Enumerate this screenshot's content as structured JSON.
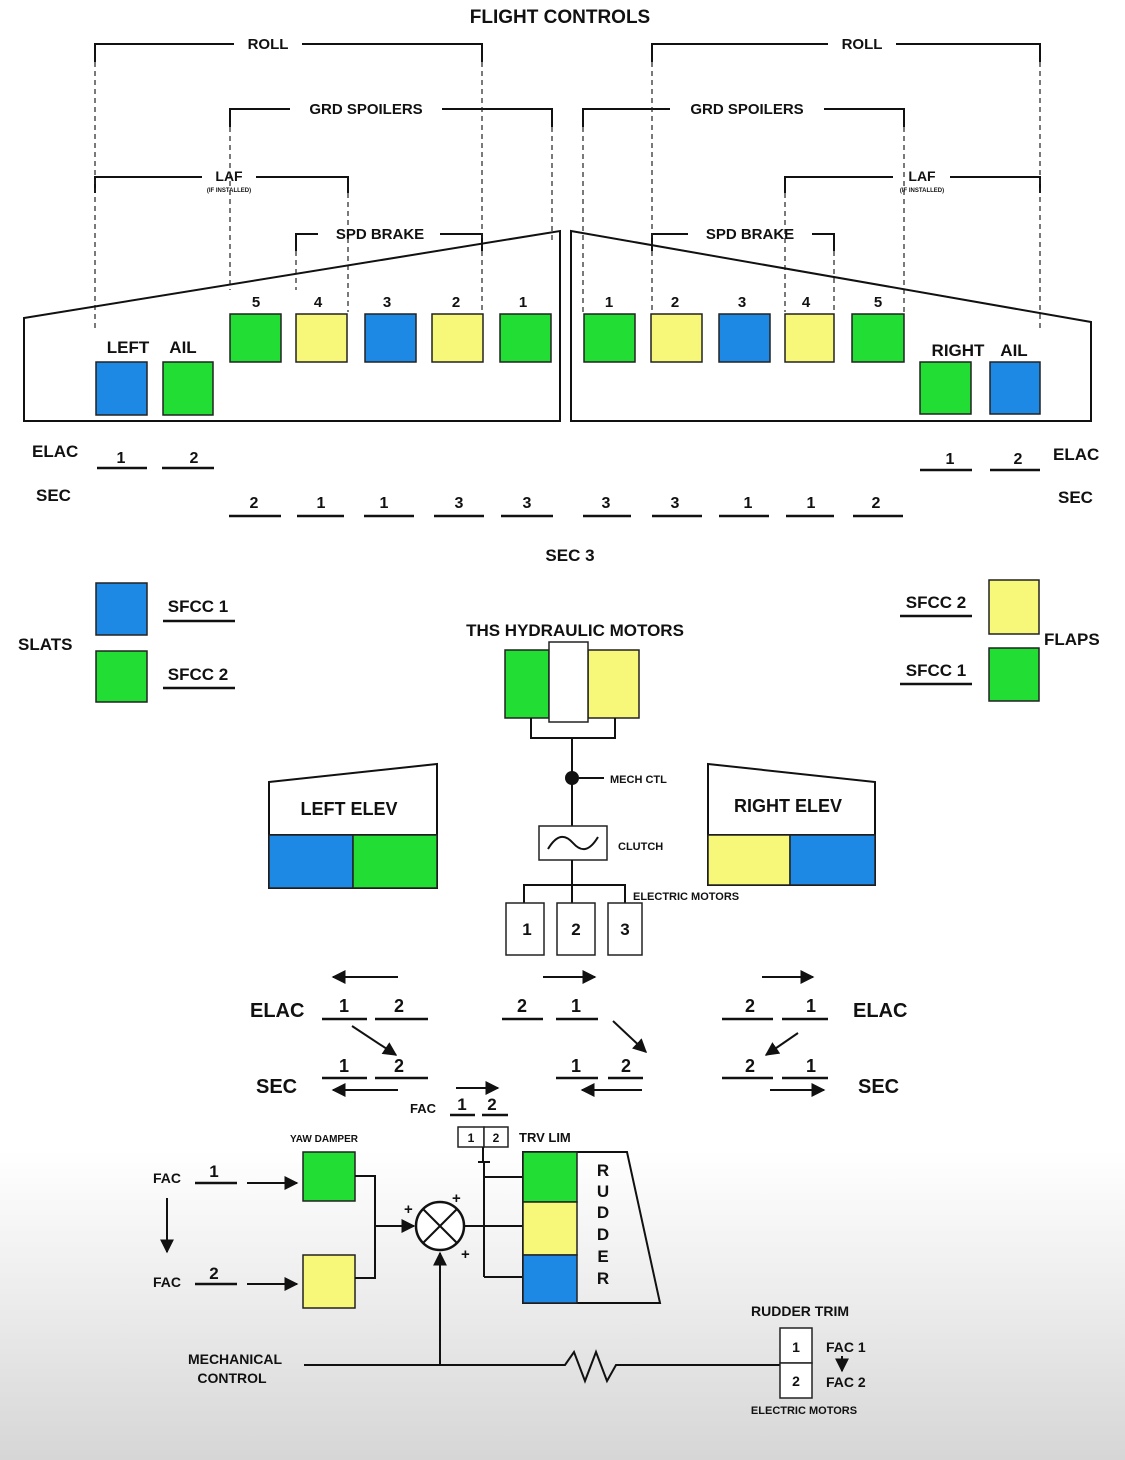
{
  "title": "FLIGHT CONTROLS",
  "colors": {
    "blue": "#1e88e5",
    "green": "#22dd33",
    "yellow": "#f7f77a"
  },
  "brackets": {
    "roll": "ROLL",
    "grd_spoilers": "GRD SPOILERS",
    "laf": "LAF",
    "laf_note": "(IF INSTALLED)",
    "spd_brake": "SPD BRAKE"
  },
  "left_wing": {
    "spoiler_numbers": [
      "5",
      "4",
      "3",
      "2",
      "1"
    ],
    "left_label": "LEFT",
    "ail_label": "AIL"
  },
  "right_wing": {
    "spoiler_numbers": [
      "1",
      "2",
      "3",
      "4",
      "5"
    ],
    "right_label": "RIGHT",
    "ail_label": "AIL"
  },
  "computers": {
    "elac": "ELAC",
    "sec": "SEC",
    "left_elac_values": [
      "1",
      "2"
    ],
    "right_elac_values": [
      "1",
      "2"
    ],
    "sec_values": [
      "2",
      "1",
      "1",
      "3",
      "3",
      "3",
      "3",
      "1",
      "1",
      "2"
    ],
    "sec3_label": "SEC 3"
  },
  "slats": {
    "label": "SLATS",
    "sfcc_top": "SFCC 1",
    "sfcc_bottom": "SFCC 2"
  },
  "flaps": {
    "label": "FLAPS",
    "sfcc_top": "SFCC 2",
    "sfcc_bottom": "SFCC 1"
  },
  "ths": {
    "title": "THS HYDRAULIC MOTORS",
    "mech_ctl": "MECH CTL",
    "clutch": "CLUTCH",
    "electric_motors": "ELECTRIC MOTORS",
    "motor_numbers": [
      "1",
      "2",
      "3"
    ]
  },
  "elevators": {
    "left": "LEFT ELEV",
    "right": "RIGHT ELEV"
  },
  "elev_computers": {
    "elac": "ELAC",
    "sec": "SEC",
    "left_elac": [
      "1",
      "2"
    ],
    "mid_elac": [
      "2",
      "1"
    ],
    "right_elac": [
      "2",
      "1"
    ],
    "left_sec": [
      "1",
      "2"
    ],
    "mid_sec": [
      "1",
      "2"
    ],
    "right_sec": [
      "2",
      "1"
    ]
  },
  "rudder": {
    "fac": "FAC",
    "fac_values": [
      "1",
      "2"
    ],
    "trv_boxes": [
      "1",
      "2"
    ],
    "trv_lim": "TRV LIM",
    "yaw_damper": "YAW DAMPER",
    "fac_left_top": "1",
    "fac_left_bottom": "2",
    "rudder_letters": [
      "R",
      "U",
      "D",
      "D",
      "E",
      "R"
    ],
    "mechanical_control_line1": "MECHANICAL",
    "mechanical_control_line2": "CONTROL",
    "plus": "+",
    "rudder_trim": "RUDDER TRIM",
    "trim_boxes": [
      "1",
      "2"
    ],
    "fac1": "FAC 1",
    "fac2": "FAC 2",
    "electric_motors": "ELECTRIC MOTORS"
  }
}
